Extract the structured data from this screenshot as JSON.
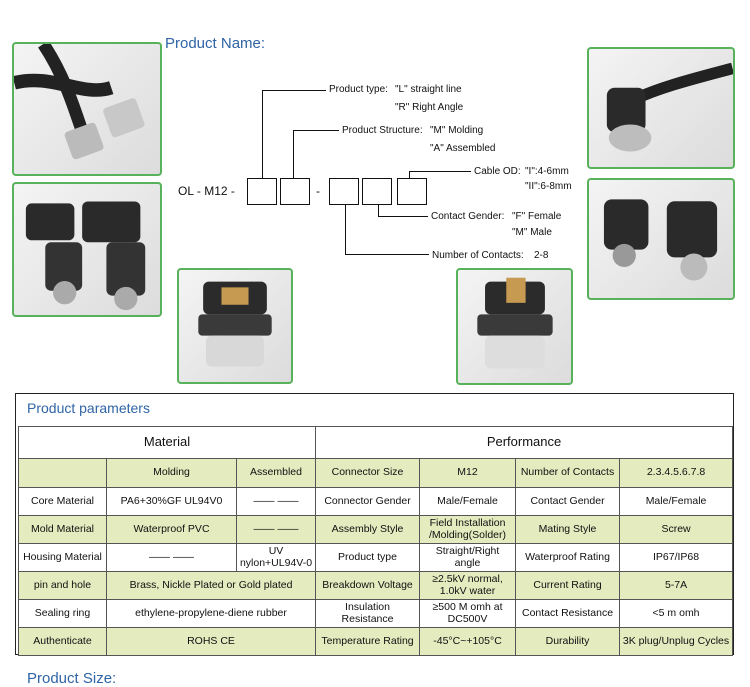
{
  "headings": {
    "product_name": "Product Name:",
    "product_parameters": "Product parameters",
    "product_size": "Product Size:"
  },
  "code": {
    "prefix": "OL - M12 -",
    "dash": "-",
    "product_type": {
      "label": "Product type:",
      "opt1": "\"L\"  straight line",
      "opt2": "\"R\"  Right Angle"
    },
    "product_structure": {
      "label": "Product Structure:",
      "opt1": "\"M\"  Molding",
      "opt2": "\"A\"  Assembled"
    },
    "cable_od": {
      "label": "Cable OD:",
      "opt1": "\"I\":4-6mm",
      "opt2": "\"II\":6-8mm"
    },
    "contact_gender": {
      "label": "Contact Gender:",
      "opt1": "\"F\"  Female",
      "opt2": "\"M\"  Male"
    },
    "contacts": {
      "label": "Number of Contacts:",
      "value": "2-8"
    }
  },
  "photos": [
    {
      "name": "straight-connector-pair-photo",
      "icon": "cable-connector-icon"
    },
    {
      "name": "straight-connector-male-female-photo",
      "icon": "cable-connector-icon"
    },
    {
      "name": "assembled-connector-insert-photo",
      "icon": "connector-insert-icon"
    },
    {
      "name": "assembled-connector-insert-photo-2",
      "icon": "connector-insert-icon"
    },
    {
      "name": "right-angle-cable-connector-photo",
      "icon": "right-angle-connector-icon"
    },
    {
      "name": "right-angle-connector-pair-photo",
      "icon": "right-angle-connector-icon"
    }
  ],
  "table": {
    "header": {
      "material": "Material",
      "performance": "Performance"
    },
    "rows": [
      [
        "",
        "Molding",
        "Assembled",
        "Connector Size",
        "M12",
        "Number of Contacts",
        "2.3.4.5.6.7.8"
      ],
      [
        "Core Material",
        "PA6+30%GF UL94V0",
        "—— ——",
        "Connector Gender",
        "Male/Female",
        "Contact Gender",
        "Male/Female"
      ],
      [
        "Mold Material",
        "Waterproof PVC",
        "—— ——",
        "Assembly Style",
        "Field Installation /Molding(Solder)",
        "Mating Style",
        "Screw"
      ],
      [
        "Housing  Material",
        "—— ——",
        "UV nylon+UL94V-0",
        "Product type",
        "Straight/Right angle",
        "Waterproof Rating",
        "IP67/IP68"
      ],
      [
        "pin and hole",
        "Brass, Nickle Plated or  Gold plated",
        "Breakdown Voltage",
        "≥2.5kV normal, 1.0kV water",
        "Current Rating",
        "5-7A"
      ],
      [
        "Sealing ring",
        "ethylene-propylene-diene rubber",
        "Insulation Resistance",
        "≥500 M omh at DC500V",
        "Contact Resistance",
        "<5 m omh"
      ],
      [
        "Authenticate",
        "ROHS    CE",
        "Temperature Rating",
        "-45°C~+105°C",
        "Durability",
        "3K plug/Unplug Cycles"
      ]
    ]
  },
  "colors": {
    "accent": "#2f64a7",
    "photo_border": "#58b25a",
    "row_tint": "#e3ebbf"
  }
}
